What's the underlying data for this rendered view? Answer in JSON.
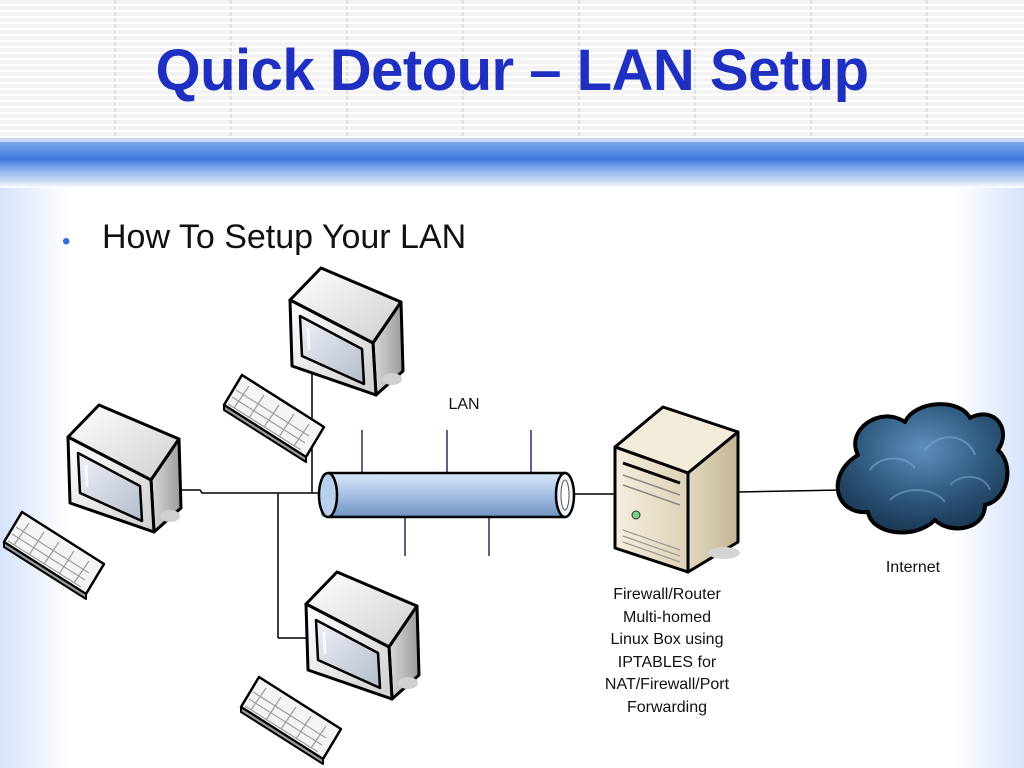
{
  "slide": {
    "title": "Quick Detour – LAN Setup",
    "bullets": [
      "How To Setup Your LAN"
    ]
  },
  "diagram": {
    "lan_label": "LAN",
    "internet_label": "Internet",
    "firewall_label_lines": [
      "Firewall/Router",
      "Multi-homed",
      "Linux Box using",
      "IPTABLES for",
      "NAT/Firewall/Port",
      "Forwarding"
    ],
    "icons": [
      "workstation-icon",
      "keyboard-icon",
      "server-icon",
      "cloud-icon",
      "lan-bus-icon"
    ]
  },
  "colors": {
    "title": "#1f2fc2",
    "bullet": "#2f6fd6",
    "header_bar": "#3f78df",
    "lan_pipe": "#9fbde2",
    "cloud": "#2f5f88"
  }
}
